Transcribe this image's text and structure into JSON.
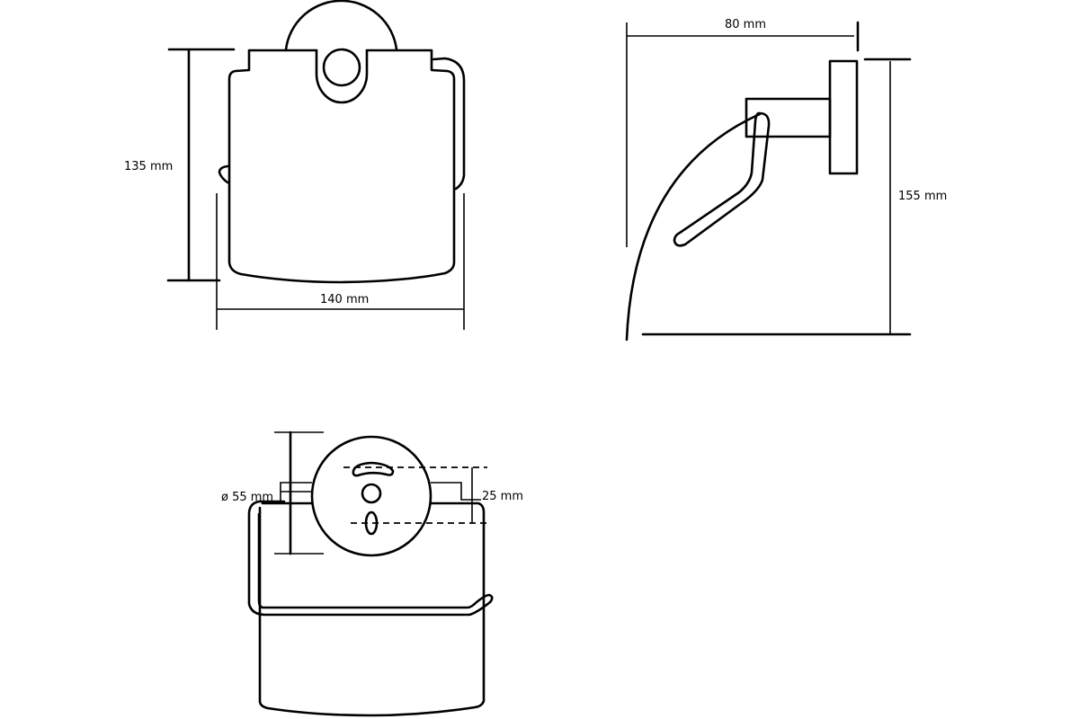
{
  "drawing": {
    "front_view": {
      "height_label": "135 mm",
      "width_label": "140 mm"
    },
    "side_view": {
      "depth_label": "80 mm",
      "height_label": "155 mm"
    },
    "top_view": {
      "diameter_label": "ø 55 mm",
      "hole_spacing_label": "25 mm"
    }
  }
}
